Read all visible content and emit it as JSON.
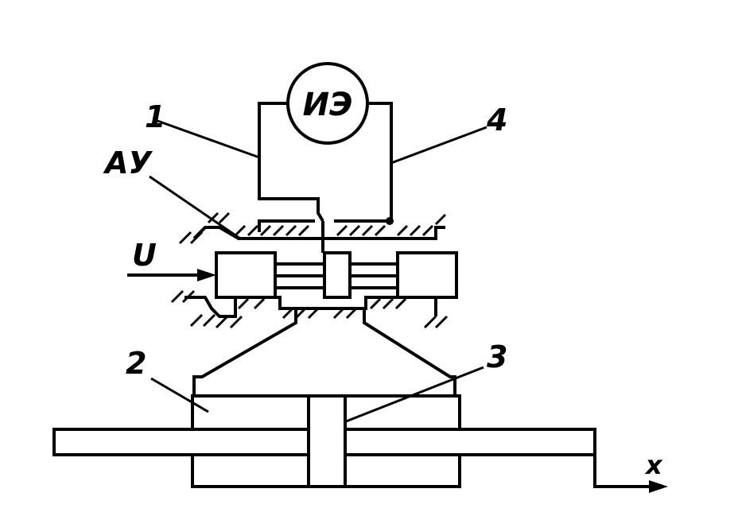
{
  "diagram": {
    "labels": {
      "measuring_element": "ИЭ",
      "label_1": "1",
      "label_4": "4",
      "label_au": "АУ",
      "label_u": "U",
      "label_2": "2",
      "label_3": "3",
      "label_x": "x"
    }
  }
}
